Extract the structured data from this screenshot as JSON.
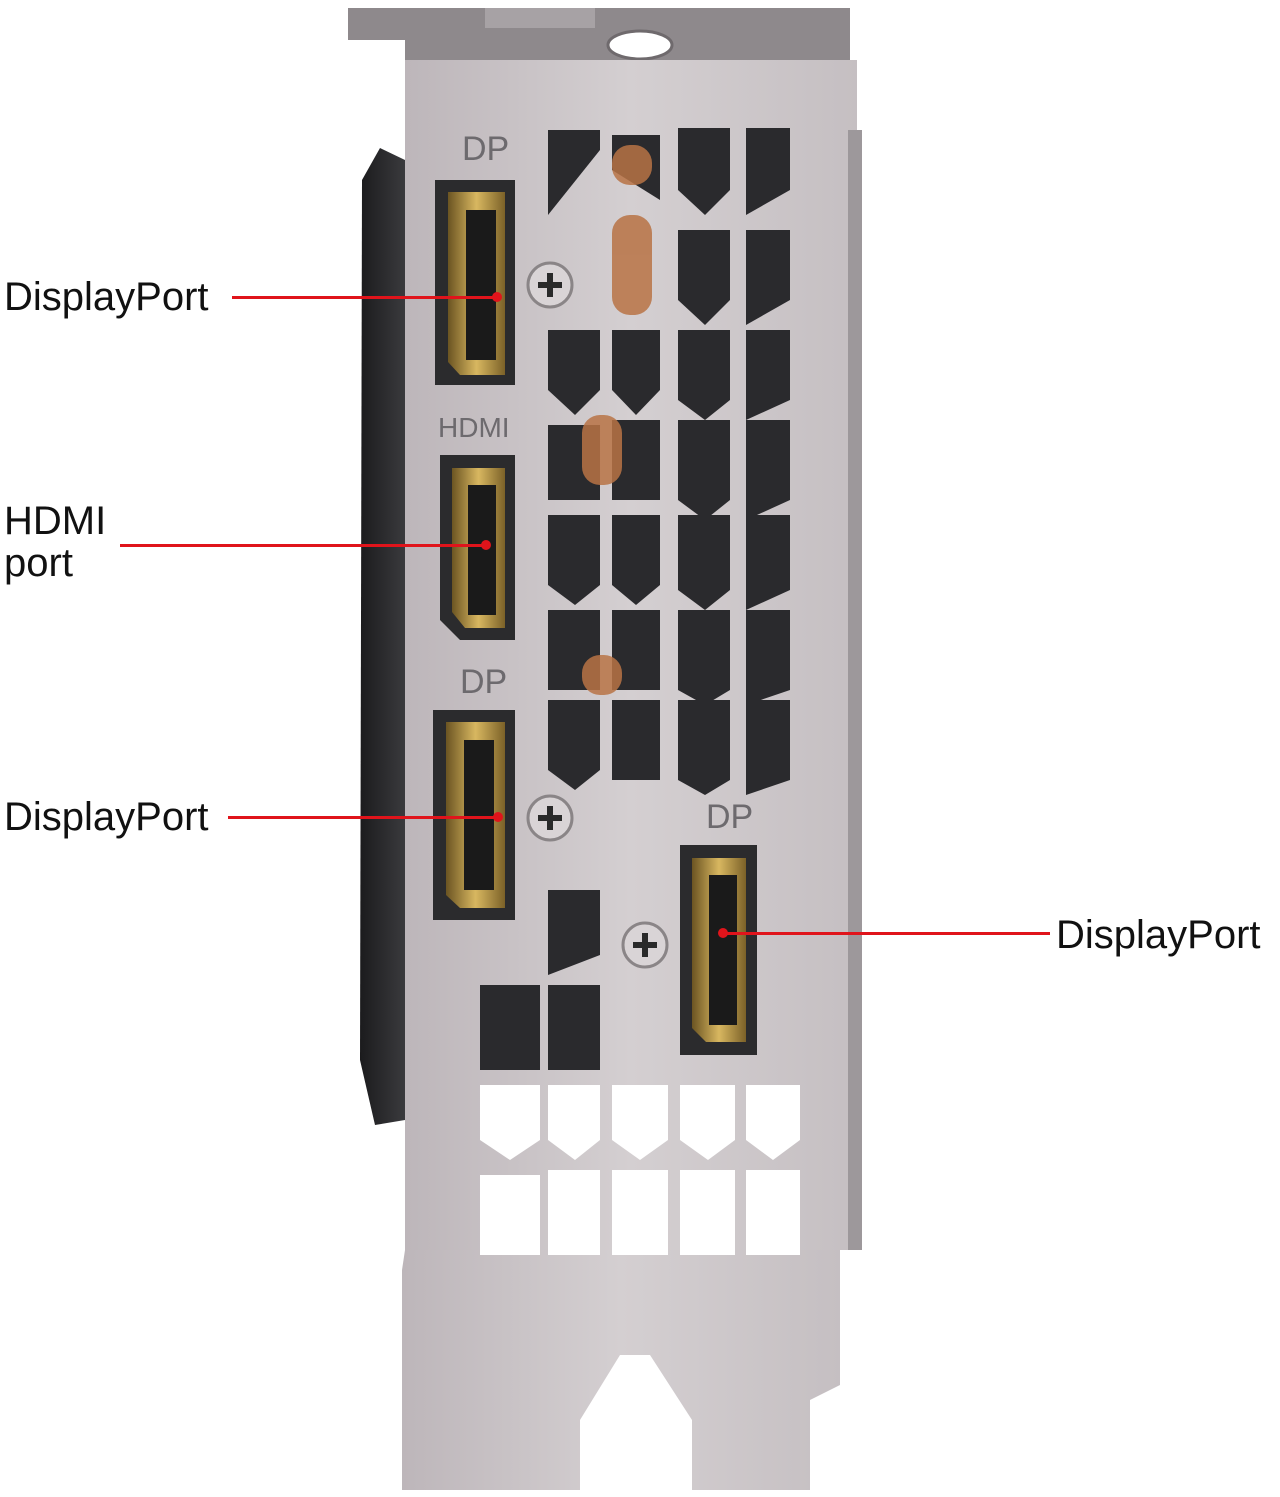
{
  "callouts": [
    {
      "label": "DisplayPort"
    },
    {
      "label_line1": "HDMI",
      "label_line2": "port"
    },
    {
      "label": "DisplayPort"
    },
    {
      "label": "DisplayPort"
    }
  ],
  "silkscreen": {
    "dp1": "DP",
    "hdmi": "HDMI",
    "dp2": "DP",
    "dp3": "DP"
  },
  "colors": {
    "callout_red": "#e0141b",
    "bracket_metal": "#c9c3c6",
    "gold_port": "#b8953f"
  }
}
